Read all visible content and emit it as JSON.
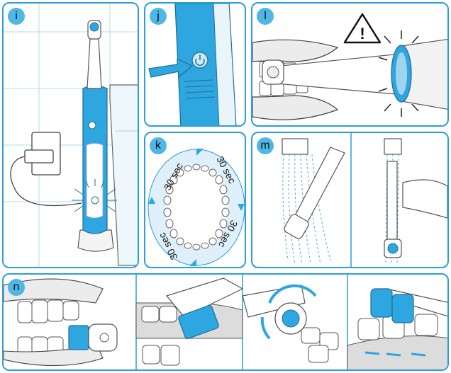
{
  "panels": {
    "i": {
      "letter": "i"
    },
    "j": {
      "letter": "j"
    },
    "k": {
      "letter": "k",
      "labels": [
        "30 sec",
        "30 sec",
        "30 sec",
        "30 sec"
      ]
    },
    "l": {
      "letter": "l",
      "warning_symbol": "!"
    },
    "m": {
      "letter": "m"
    },
    "n": {
      "letter": "n"
    }
  },
  "colors": {
    "frame": "#2a9fd8",
    "badge": "#4fb7e6",
    "handle_blue": "#2ea6e0",
    "water": "#4aa8dc",
    "gum": "#dcdcdc"
  },
  "icons": [
    "warning-triangle-icon",
    "power-button-icon",
    "rotate-arrow-icon",
    "flow-arrow-icon"
  ]
}
